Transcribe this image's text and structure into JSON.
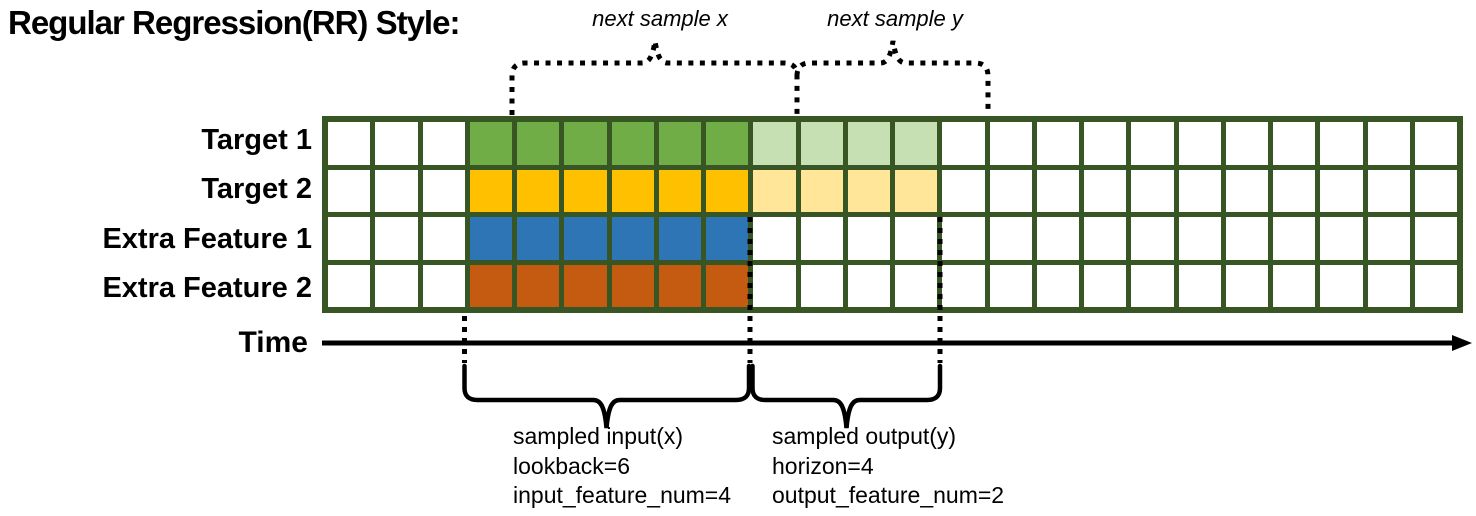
{
  "title": "Regular Regression(RR) Style:",
  "top_annotations": {
    "next_sample_x": "next sample x",
    "next_sample_y": "next sample y"
  },
  "rows": [
    {
      "label": "Target 1",
      "input_color": "#70AD47",
      "output_color": "#C6E0B4",
      "has_output": true
    },
    {
      "label": "Target 2",
      "input_color": "#FFC000",
      "output_color": "#FFE699",
      "has_output": true
    },
    {
      "label": "Extra Feature 1",
      "input_color": "#2E75B6",
      "output_color": null,
      "has_output": false
    },
    {
      "label": "Extra Feature 2",
      "input_color": "#C55A11",
      "output_color": null,
      "has_output": false
    }
  ],
  "grid": {
    "total_columns": 24,
    "input_start_col": 4,
    "input_cols": 6,
    "output_cols": 4,
    "line_color": "#375623",
    "cell_color": "#FFFFFF"
  },
  "time_axis": {
    "label": "Time"
  },
  "captions": {
    "input": {
      "lines": [
        "sampled input(x)",
        "lookback=6",
        "input_feature_num=4"
      ]
    },
    "output": {
      "lines": [
        "sampled output(y)",
        "horizon=4",
        "output_feature_num=2"
      ]
    }
  }
}
